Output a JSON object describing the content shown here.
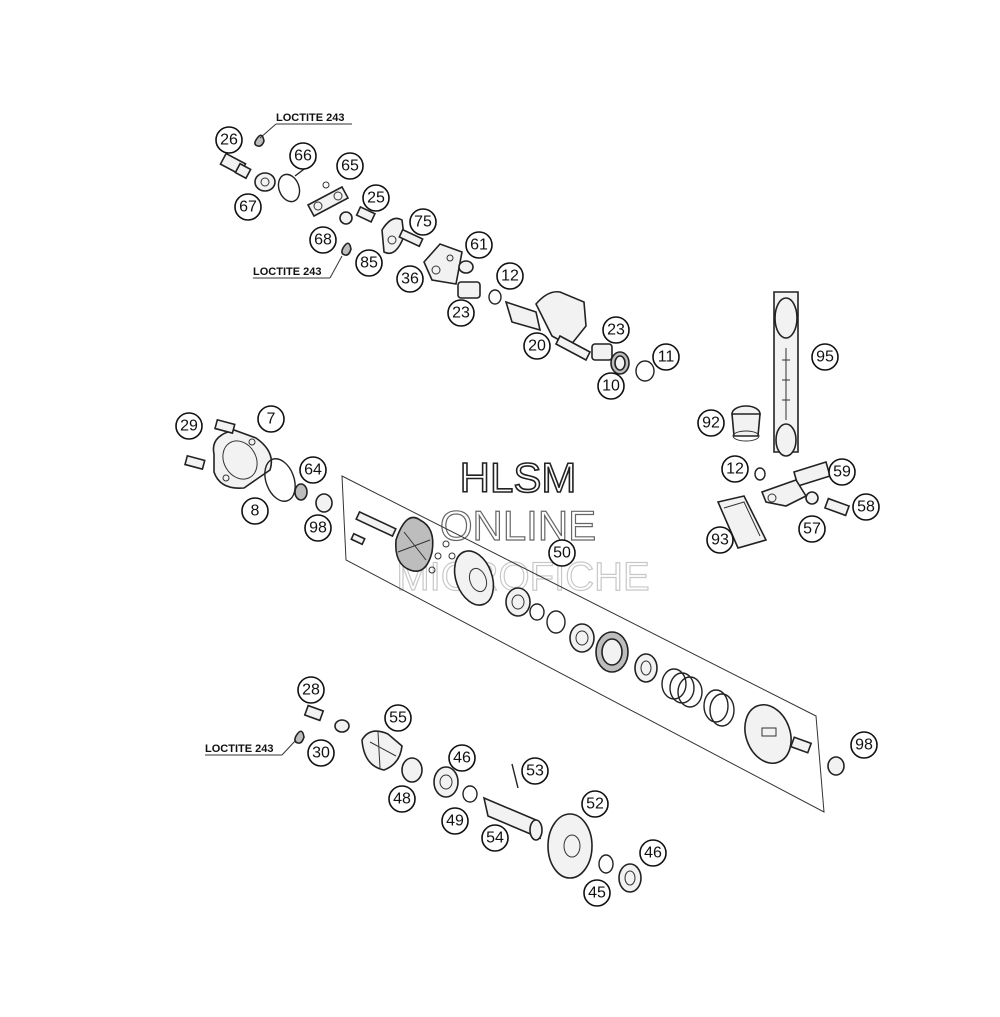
{
  "watermark": {
    "line1": "HLSM",
    "line2": "ONLINE",
    "line3": "MICROFICHE"
  },
  "notes": {
    "loctite_a": "LOCTITE 243",
    "loctite_b": "LOCTITE 243",
    "loctite_c": "LOCTITE 243"
  },
  "callouts": [
    "26",
    "66",
    "65",
    "67",
    "25",
    "68",
    "75",
    "85",
    "61",
    "36",
    "12",
    "23",
    "23",
    "20",
    "11",
    "10",
    "95",
    "92",
    "7",
    "29",
    "64",
    "8",
    "98",
    "12",
    "59",
    "58",
    "57",
    "93",
    "50",
    "28",
    "55",
    "30",
    "46",
    "53",
    "48",
    "49",
    "52",
    "54",
    "46",
    "45",
    "98"
  ]
}
